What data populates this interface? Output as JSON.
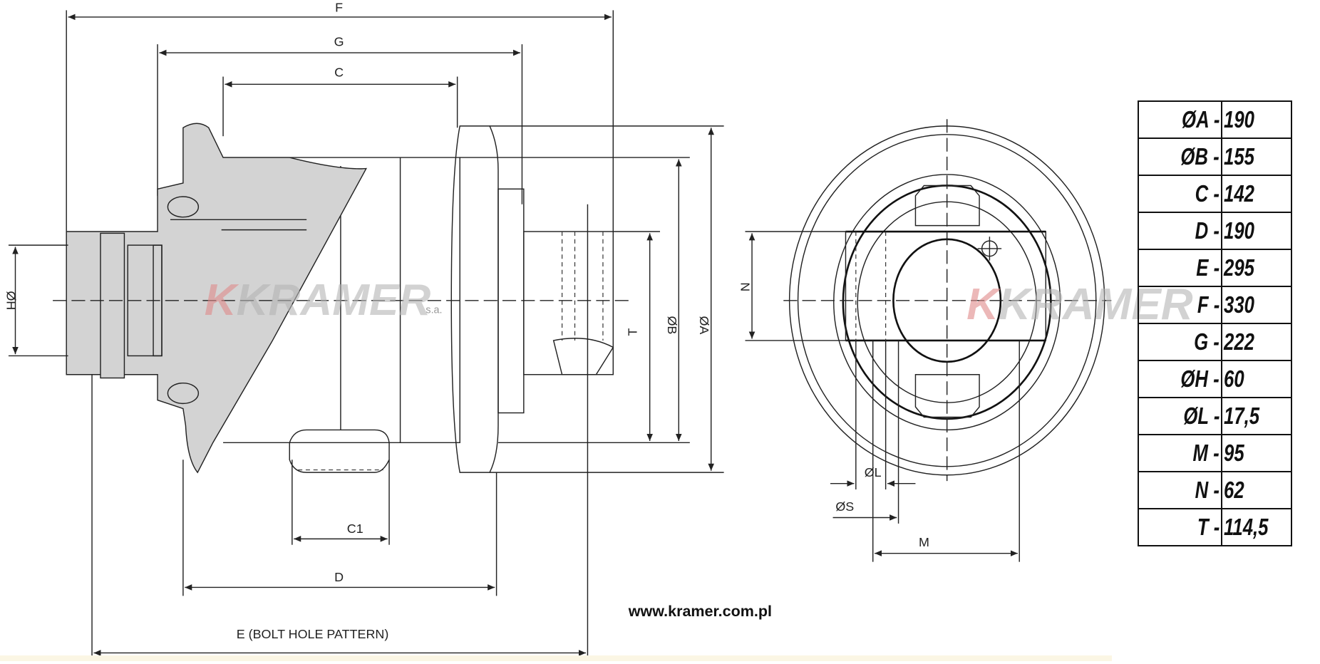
{
  "side_view": {
    "labels": {
      "F": "F",
      "G": "G",
      "C": "C",
      "H": "ØH",
      "T": "T",
      "B": "ØB",
      "A": "ØA",
      "C1": "C1",
      "D": "D",
      "E": "E (BOLT HOLE PATTERN)"
    }
  },
  "front_view": {
    "labels": {
      "N": "N",
      "L": "ØL",
      "S": "ØS",
      "M": "M"
    }
  },
  "watermark": {
    "brand": "KRAMER",
    "suffix": "s.a."
  },
  "website": "www.kramer.com.pl",
  "dimensions": [
    {
      "key": "ØA -",
      "value": "190"
    },
    {
      "key": "ØB -",
      "value": "155"
    },
    {
      "key": "C -",
      "value": "142"
    },
    {
      "key": "D -",
      "value": "190"
    },
    {
      "key": "E -",
      "value": "295"
    },
    {
      "key": "F -",
      "value": "330"
    },
    {
      "key": "G -",
      "value": "222"
    },
    {
      "key": "ØH -",
      "value": "60"
    },
    {
      "key": "ØL -",
      "value": "17,5"
    },
    {
      "key": "M -",
      "value": "95"
    },
    {
      "key": "N -",
      "value": "62"
    },
    {
      "key": "T -",
      "value": "114,5"
    }
  ]
}
